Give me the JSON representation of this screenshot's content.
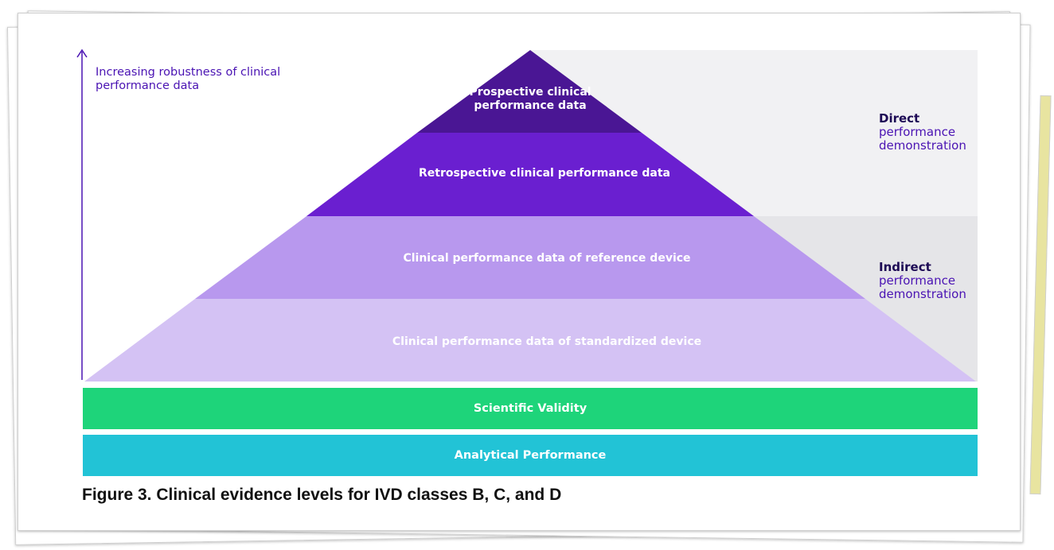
{
  "axis": {
    "label": "Increasing robustness of clinical performance data"
  },
  "pyramid": {
    "tiers": [
      {
        "label": "Prospective clinical performance data",
        "color": "#4a1694"
      },
      {
        "label": "Retrospective clinical performance data",
        "color": "#6a1fd0"
      },
      {
        "label": "Clinical performance data of reference device",
        "color": "#b898ee"
      },
      {
        "label": "Clinical performance data of standardized device",
        "color": "#d4c2f4"
      }
    ]
  },
  "side": {
    "direct": {
      "title": "Direct",
      "line1": "performance",
      "line2": "demonstration",
      "color": "#f1f1f3"
    },
    "indirect": {
      "title": "Indirect",
      "line1": "performance",
      "line2": "demonstration",
      "color": "#e5e5e8"
    }
  },
  "bands": {
    "scientific_validity": {
      "label": "Scientific Validity",
      "color": "#1ed47a"
    },
    "analytical_performance": {
      "label": "Analytical Performance",
      "color": "#22c3d6"
    }
  },
  "caption": "Figure 3. Clinical evidence levels for IVD classes B, C, and D",
  "colors": {
    "axis": "#4a13b3",
    "accent": "#6a1fd0"
  }
}
